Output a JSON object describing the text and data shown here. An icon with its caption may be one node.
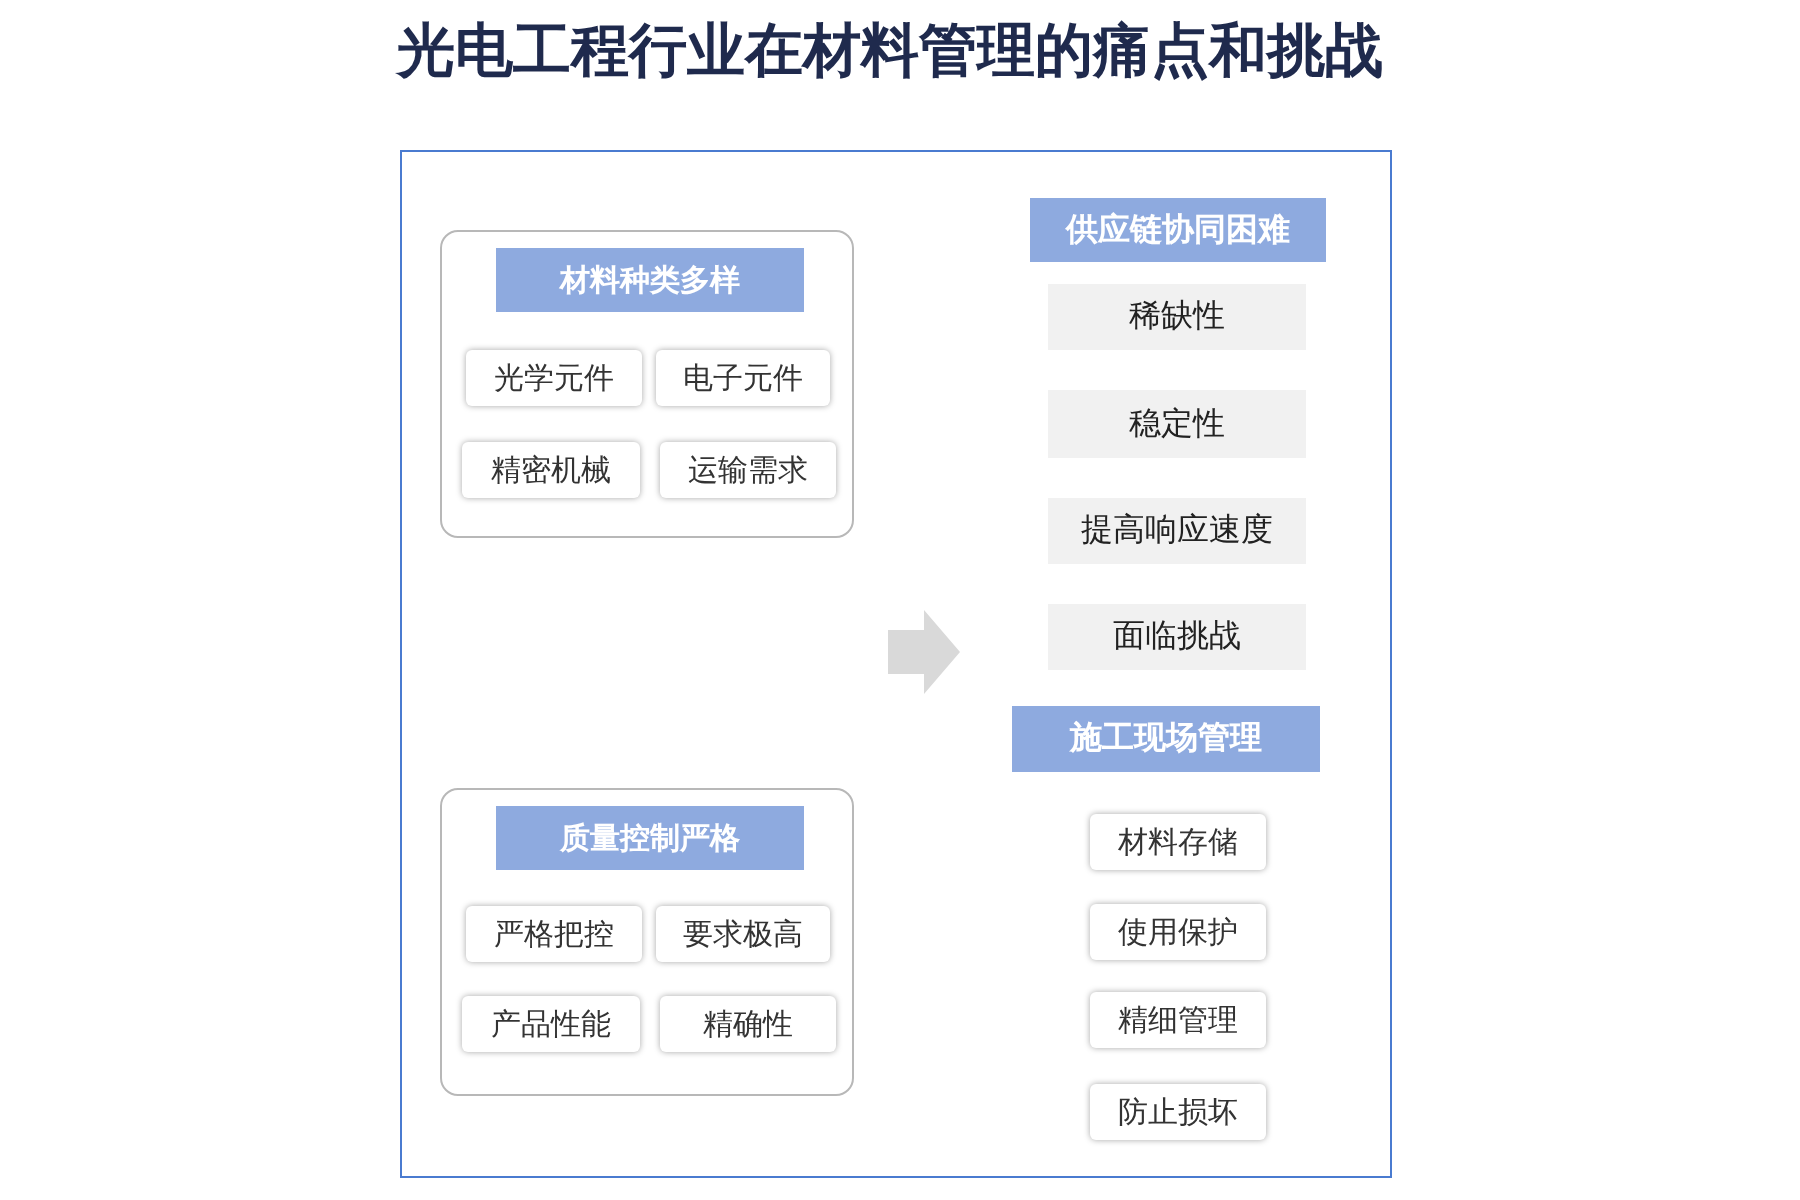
{
  "diagram": {
    "title": "光电工程行业在材料管理的痛点和挑战",
    "nodes": [
      {
        "text": [],
        "shape": "box"
      },
      {
        "text": [
          "材料种类多样"
        ],
        "in": 0
      },
      {
        "text": [
          "光学元件"
        ],
        "in": 0
      },
      {
        "text": [
          "电子元件"
        ],
        "in": 0
      },
      {
        "text": [
          "精密机械"
        ],
        "in": 0
      },
      {
        "text": [
          "运输需求"
        ],
        "in": 0
      },
      {
        "text": [],
        "shape": "box"
      },
      {
        "text": [
          "质量控制严格"
        ],
        "in": 6
      },
      {
        "text": [
          "严格把控"
        ],
        "in": 6
      },
      {
        "text": [
          "要求极高"
        ],
        "in": 6
      },
      {
        "text": [
          "产品性能"
        ],
        "in": 6
      },
      {
        "text": [
          "精确性"
        ],
        "in": 6
      },
      {
        "text": [
          "供应链协同困难"
        ]
      },
      {
        "text": [
          "稀缺性"
        ]
      },
      {
        "text": [
          "稳定性"
        ]
      },
      {
        "text": [
          "提高响应速度"
        ]
      },
      {
        "text": [
          "面临挑战"
        ]
      },
      {
        "text": [
          "施工现场管理"
        ]
      },
      {
        "text": [
          "材料存储"
        ]
      },
      {
        "text": [
          "使用保护"
        ]
      },
      {
        "text": [
          "精细管理"
        ]
      },
      {
        "text": [
          "防止损坏"
        ]
      }
    ]
  }
}
